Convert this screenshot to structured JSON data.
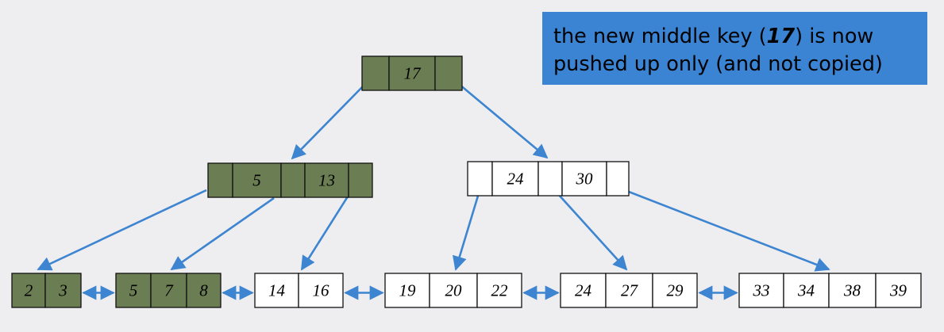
{
  "callout": {
    "line1_pre": "the new middle key (",
    "line1_key": "17",
    "line1_post": ") is now",
    "line2": "pushed up only (and not copied)"
  },
  "colors": {
    "highlight_fill": "#6b7d52",
    "plain_fill": "#ffffff",
    "stroke": "#111111",
    "arrow": "#3d85d1",
    "callout_bg": "#3a84d3",
    "background": "#eeedef"
  },
  "tree": {
    "root": {
      "keys": [
        "17"
      ],
      "highlight": true
    },
    "internal": [
      {
        "keys": [
          "5",
          "13"
        ],
        "highlight": true
      },
      {
        "keys": [
          "24",
          "30"
        ],
        "highlight": false
      }
    ],
    "leaves": [
      {
        "keys": [
          "2",
          "3"
        ],
        "highlight": true
      },
      {
        "keys": [
          "5",
          "7",
          "8"
        ],
        "highlight": true
      },
      {
        "keys": [
          "14",
          "16"
        ],
        "highlight": false
      },
      {
        "keys": [
          "19",
          "20",
          "22"
        ],
        "highlight": false
      },
      {
        "keys": [
          "24",
          "27",
          "29"
        ],
        "highlight": false
      },
      {
        "keys": [
          "33",
          "34",
          "38",
          "39"
        ],
        "highlight": false
      }
    ]
  }
}
